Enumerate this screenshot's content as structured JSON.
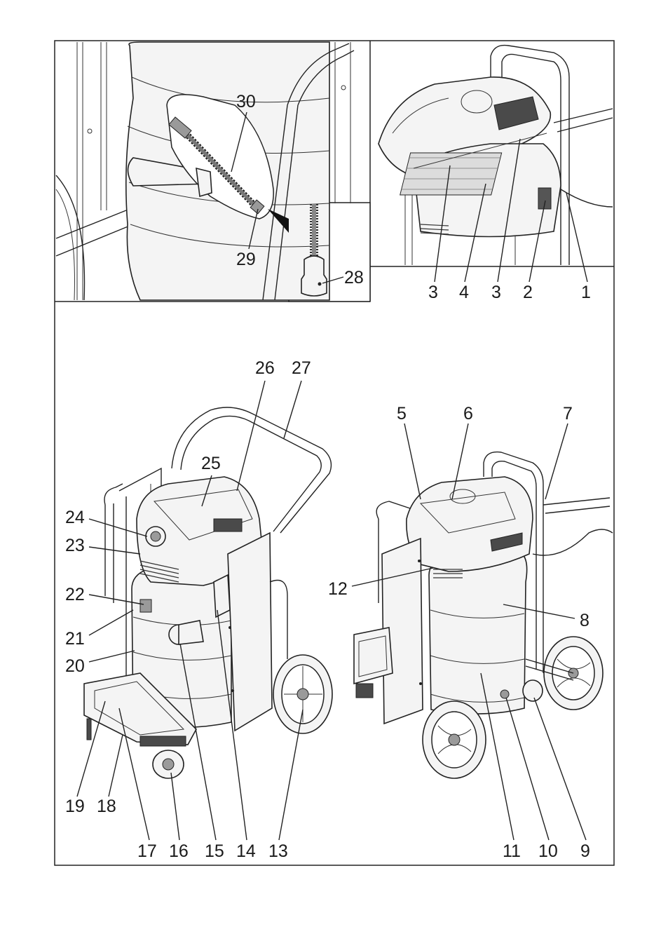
{
  "callouts": {
    "c1": "1",
    "c2": "2",
    "c3a": "3",
    "c3b": "3",
    "c4": "4",
    "c5": "5",
    "c6": "6",
    "c7": "7",
    "c8": "8",
    "c9": "9",
    "c10": "10",
    "c11": "11",
    "c12": "12",
    "c13": "13",
    "c14": "14",
    "c15": "15",
    "c16": "16",
    "c17": "17",
    "c18": "18",
    "c19": "19",
    "c20": "20",
    "c21": "21",
    "c22": "22",
    "c23": "23",
    "c24": "24",
    "c25": "25",
    "c26": "26",
    "c27": "27",
    "c28": "28",
    "c29": "29",
    "c30": "30"
  }
}
